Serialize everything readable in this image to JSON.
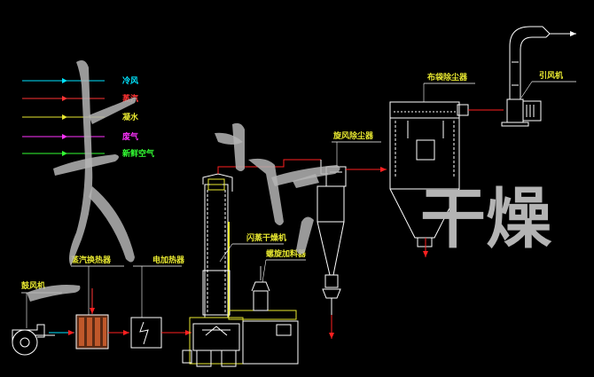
{
  "colors": {
    "background": "#000000",
    "line": "#ffffff",
    "wind": "#00e5ff",
    "steam": "#ff3333",
    "condensate": "#e8e830",
    "exhaust": "#ff33ff",
    "fresh_air": "#33ff33",
    "equipment_label": "#e8e830",
    "arrow_red": "#ff2020",
    "watermark": "#b4b4b4"
  },
  "legend": [
    {
      "label": "冷风",
      "color": "#00e5ff"
    },
    {
      "label": "蒸汽",
      "color": "#ff3333"
    },
    {
      "label": "凝水",
      "color": "#e8e830"
    },
    {
      "label": "废气",
      "color": "#ff33ff"
    },
    {
      "label": "新鲜空气",
      "color": "#33ff33"
    }
  ],
  "equipment": {
    "blower": "鼓风机",
    "steam_heater": "蒸汽换热器",
    "electric_heater": "电加热器",
    "flash_dryer": "闪蒸干燥机",
    "screw_feeder": "螺旋加料器",
    "cyclone": "旋风除尘器",
    "bag_filter": "布袋除尘器",
    "induced_fan": "引风机"
  },
  "watermark": {
    "brush_text": "长江",
    "big_text": "干燥"
  }
}
